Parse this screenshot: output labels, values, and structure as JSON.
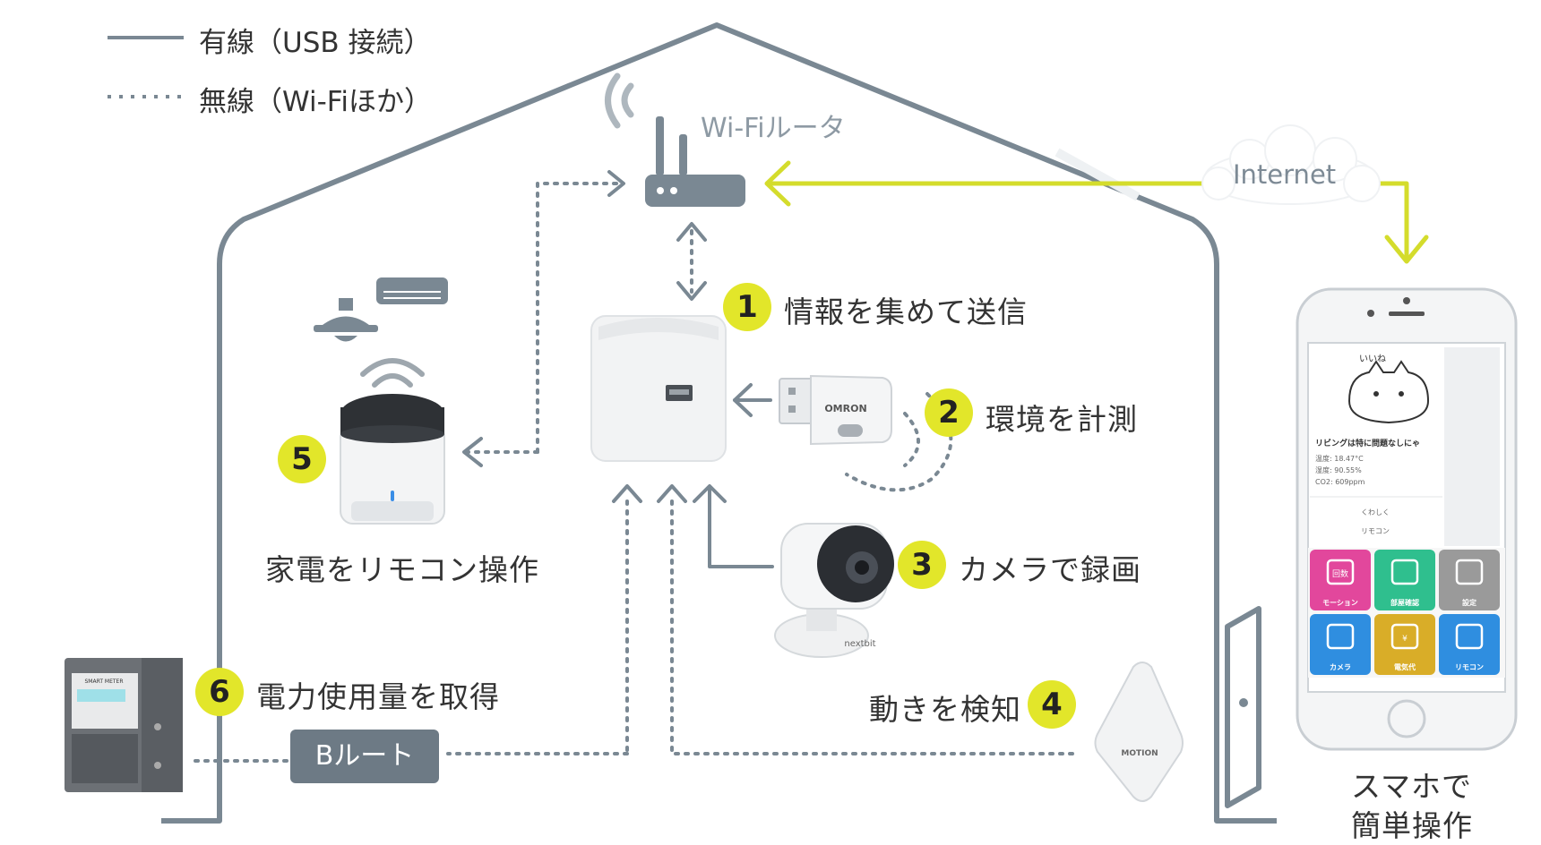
{
  "legend": {
    "wired": "有線（USB 接続）",
    "wireless": "無線（Wi-Fiほか）"
  },
  "router_label": "Wi-Fiルータ",
  "internet_label": "Internet",
  "steps": [
    {
      "number": "1",
      "label": "情報を集めて送信"
    },
    {
      "number": "2",
      "label": "環境を計測"
    },
    {
      "number": "3",
      "label": "カメラで録画"
    },
    {
      "number": "4",
      "label": "動きを検知"
    },
    {
      "number": "5",
      "label": "家電をリモコン操作"
    },
    {
      "number": "6",
      "label": "電力使用量を取得"
    }
  ],
  "broute_label": "Bルート",
  "smartphone_caption": [
    "スマホで",
    "簡単操作"
  ],
  "device_text": {
    "sensor_brand": "OMRON",
    "camera_brand": "nextbit",
    "motion_brand": "MOTION",
    "meter_label": "SMART METER"
  },
  "phone_app": {
    "header": "いいね",
    "status_title": "リビングは特に問題なしにゃ",
    "readings": [
      "温度: 18.47°C",
      "湿度: 90.55%",
      "CO2: 609ppm"
    ],
    "links": [
      "くわしく",
      "リモコン"
    ],
    "tiles": [
      {
        "label": "モーション",
        "color": "#e2479c",
        "icon_text": "回数"
      },
      {
        "label": "部屋確認",
        "color": "#2fbf8e",
        "icon_text": ""
      },
      {
        "label": "設定",
        "color": "#9a9a9a",
        "icon_text": ""
      },
      {
        "label": "カメラ",
        "color": "#2f8ee0",
        "icon_text": ""
      },
      {
        "label": "電気代",
        "color": "#d9ad28",
        "icon_text": "¥"
      },
      {
        "label": "リモコン",
        "color": "#2f8ee0",
        "icon_text": ""
      }
    ]
  },
  "colors": {
    "structure": "#7a8893",
    "accent": "#e2e62a",
    "arrow_green": "#d4dc2c",
    "broute_bg": "#6d7a85"
  }
}
